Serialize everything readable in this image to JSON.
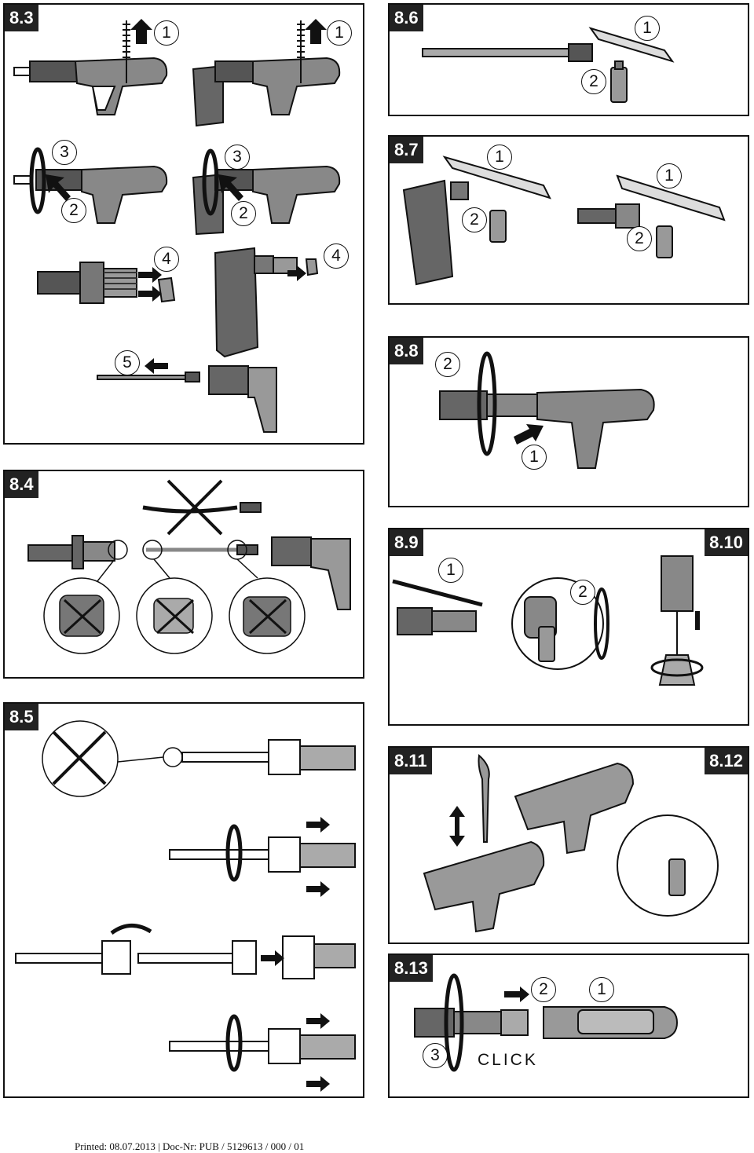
{
  "document": {
    "sections": [
      {
        "id": "8.3",
        "label": "8.3",
        "callouts": [
          "1",
          "1",
          "3",
          "3",
          "2",
          "2",
          "4",
          "4",
          "5"
        ]
      },
      {
        "id": "8.4",
        "label": "8.4"
      },
      {
        "id": "8.5",
        "label": "8.5"
      },
      {
        "id": "8.6",
        "label": "8.6",
        "callouts": [
          "1",
          "2"
        ]
      },
      {
        "id": "8.7",
        "label": "8.7",
        "callouts": [
          "1",
          "1",
          "2",
          "2"
        ]
      },
      {
        "id": "8.8",
        "label": "8.8",
        "callouts": [
          "2",
          "1"
        ]
      },
      {
        "id": "8.9",
        "label": "8.9",
        "callouts": [
          "1",
          "2"
        ]
      },
      {
        "id": "8.10",
        "label": "8.10"
      },
      {
        "id": "8.11",
        "label": "8.11"
      },
      {
        "id": "8.12",
        "label": "8.12"
      },
      {
        "id": "8.13",
        "label": "8.13",
        "callouts": [
          "2",
          "1",
          "3"
        ],
        "sound_text": "CLICK"
      }
    ],
    "footer": "Printed: 08.07.2013 | Doc-Nr: PUB / 5129613 / 000 / 01"
  },
  "icons": [
    "arrow-icon",
    "rotate-icon",
    "cross-out-icon",
    "spray-can-icon",
    "tool-illustration"
  ]
}
